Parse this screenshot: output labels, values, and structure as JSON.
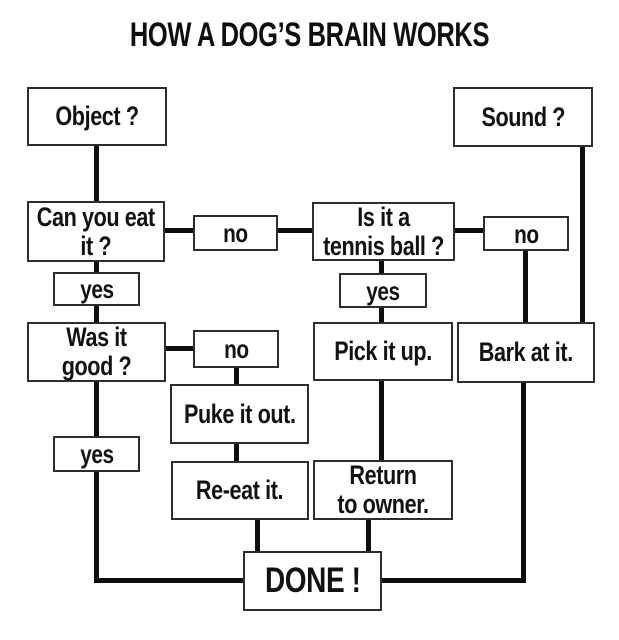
{
  "diagram": {
    "title": "HOW A DOG’S BRAIN WORKS",
    "type": "flowchart",
    "colors": {
      "background": "#ffffff",
      "box_fill": "#ffffff",
      "box_border": "#2d2d2d",
      "connector": "#0d0d0d",
      "text": "#121212"
    },
    "nodes": {
      "object": {
        "label": "Object ?"
      },
      "sound": {
        "label": "Sound ?"
      },
      "can_eat": {
        "label": "Can you eat\nit ?"
      },
      "no_eat": {
        "label": "no"
      },
      "tennis": {
        "label": "Is it a\ntennis ball ?"
      },
      "no_tennis": {
        "label": "no"
      },
      "yes_eat": {
        "label": "yes"
      },
      "yes_tennis": {
        "label": "yes"
      },
      "was_good": {
        "label": "Was it\ngood ?"
      },
      "no_good": {
        "label": "no"
      },
      "pick_up": {
        "label": "Pick it up."
      },
      "bark": {
        "label": "Bark at it."
      },
      "puke": {
        "label": "Puke it out."
      },
      "yes_good": {
        "label": "yes"
      },
      "re_eat": {
        "label": "Re-eat it."
      },
      "return_owner": {
        "label": "Return\nto owner."
      },
      "done": {
        "label": "DONE !"
      }
    },
    "edges": [
      {
        "from": "object",
        "to": "can_eat"
      },
      {
        "from": "can_eat",
        "to": "tennis",
        "via": "no"
      },
      {
        "from": "tennis",
        "to": "bark",
        "via": "no"
      },
      {
        "from": "sound",
        "to": "bark"
      },
      {
        "from": "can_eat",
        "to": "was_good",
        "via": "yes"
      },
      {
        "from": "tennis",
        "to": "pick_up",
        "via": "yes"
      },
      {
        "from": "was_good",
        "to": "puke",
        "via": "no"
      },
      {
        "from": "was_good",
        "to": "done",
        "via": "yes"
      },
      {
        "from": "puke",
        "to": "re_eat"
      },
      {
        "from": "pick_up",
        "to": "return_owner"
      },
      {
        "from": "re_eat",
        "to": "done"
      },
      {
        "from": "return_owner",
        "to": "done"
      },
      {
        "from": "bark",
        "to": "done"
      }
    ]
  }
}
